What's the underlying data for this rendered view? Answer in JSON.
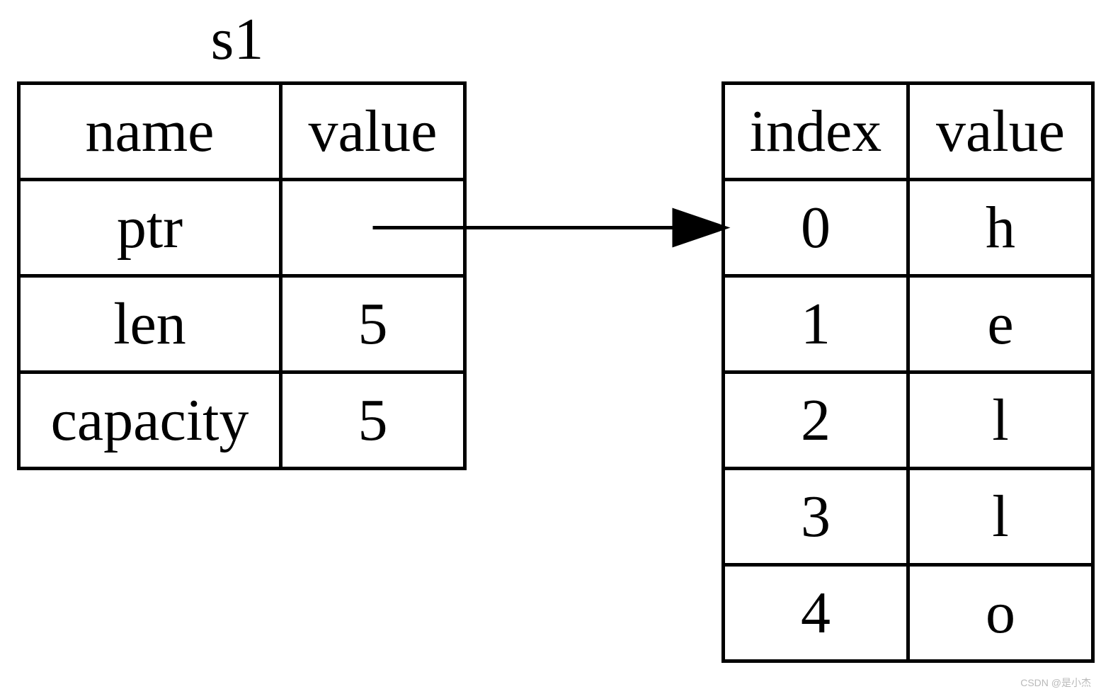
{
  "title": "s1",
  "stack_table": {
    "headers": [
      "name",
      "value"
    ],
    "rows": [
      [
        "ptr",
        ""
      ],
      [
        "len",
        "5"
      ],
      [
        "capacity",
        "5"
      ]
    ]
  },
  "heap_table": {
    "headers": [
      "index",
      "value"
    ],
    "rows": [
      [
        "0",
        "h"
      ],
      [
        "1",
        "e"
      ],
      [
        "2",
        "l"
      ],
      [
        "3",
        "l"
      ],
      [
        "4",
        "o"
      ]
    ]
  },
  "colors": {
    "line": "#000000",
    "background": "#ffffff",
    "watermark": "#b9b9b9"
  },
  "watermark": "CSDN @是小杰"
}
